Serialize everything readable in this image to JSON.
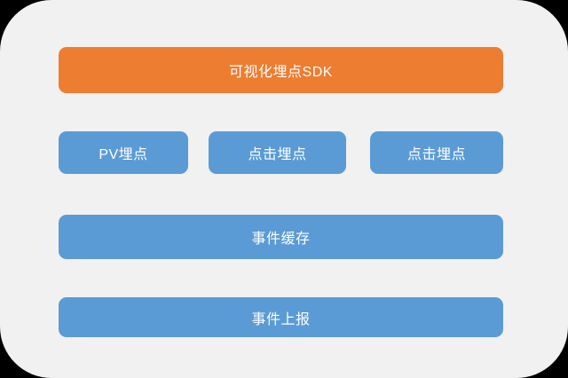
{
  "colors": {
    "frame_bg": "#000000",
    "canvas_bg": "#F1F1F2",
    "accent_orange": "#ED7D31",
    "accent_blue": "#5B9BD5",
    "text": "#FFFFFF"
  },
  "diagram": {
    "title_box": {
      "label": "可视化埋点SDK"
    },
    "tracking_boxes": [
      {
        "label": "PV埋点"
      },
      {
        "label": "点击埋点"
      },
      {
        "label": "点击埋点"
      }
    ],
    "cache_box": {
      "label": "事件缓存"
    },
    "report_box": {
      "label": "事件上报"
    }
  }
}
